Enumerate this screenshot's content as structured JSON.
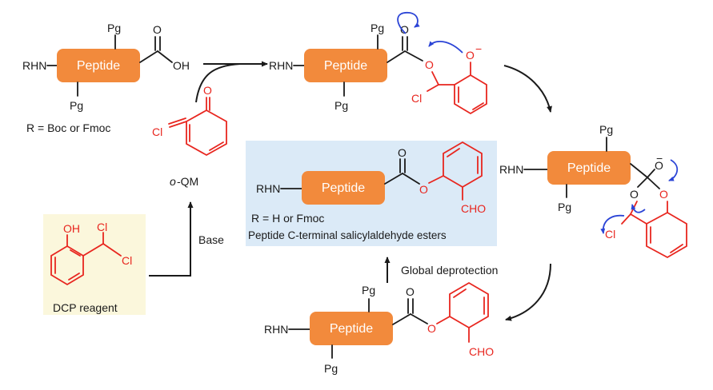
{
  "peptide_label": "Peptide",
  "rhn": "RHN",
  "pg": "Pg",
  "oh": "OH",
  "o": "O",
  "o_minus": "O",
  "minus": "−",
  "cl": "Cl",
  "cho": "CHO",
  "r_boc_fmoc": "R = Boc or Fmoc",
  "r_h_fmoc": "R = H or Fmoc",
  "product_caption": "Peptide C-terminal salicylaldehyde esters",
  "oqm_prefix": "o",
  "oqm_suffix": "-QM",
  "base_label": "Base",
  "global_deprotection": "Global deprotection",
  "dcp_label": "DCP reagent",
  "colors": {
    "peptide_box": "#f28a3c",
    "reagent_red": "#e8261f",
    "electron_arrow": "#2b44d6",
    "product_panel": "#dbeaf7",
    "dcp_panel": "#fbf7dc"
  }
}
